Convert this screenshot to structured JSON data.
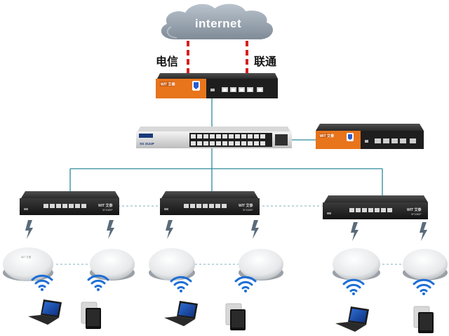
{
  "cloud": {
    "label": "internet"
  },
  "isps": {
    "left": "电信",
    "right": "联通"
  },
  "devices": {
    "router_brand": "WIT 艾泰",
    "access_switch_brand": "WIT 艾泰",
    "access_switch_model": "SF1080P",
    "core_switch_label": "SG 3124P",
    "ap_brand": "WIT 艾泰"
  },
  "colors": {
    "cloud": "#9aa6b2",
    "isp_link": "#d62020",
    "lan_link": "#2a8a9a",
    "router_body": "#e8741c",
    "device_dark": "#1e1e1e",
    "wifi": "#1e6fd6"
  },
  "icons": [
    "cloud-icon",
    "router-icon",
    "switch-icon",
    "access-point-icon",
    "wifi-icon",
    "laptop-icon",
    "tablet-icon",
    "lightning-icon"
  ]
}
